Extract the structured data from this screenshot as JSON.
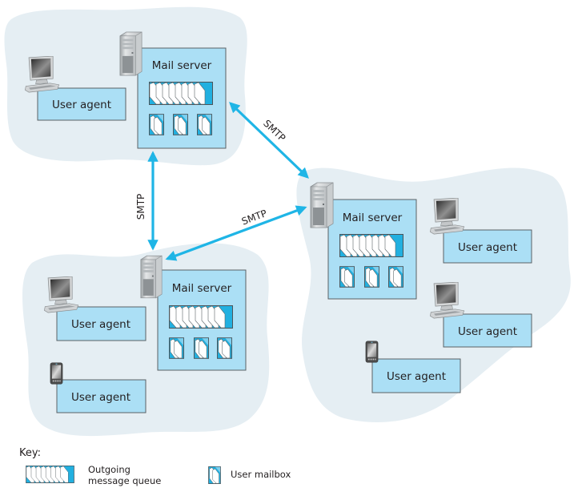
{
  "colors": {
    "cloud": "#e5eef3",
    "box_fill": "#abdff5",
    "box_stroke": "#5b6165",
    "arrow": "#1fb5e6",
    "queue_accent": "#22b0e0",
    "text": "#231f20"
  },
  "networks": [
    {
      "name": "top-left",
      "mail_server": {
        "label": "Mail server",
        "queue_messages": 8,
        "mailboxes": 3
      },
      "user_agents": [
        {
          "label": "User agent",
          "device": "desktop-computer"
        }
      ]
    },
    {
      "name": "right",
      "mail_server": {
        "label": "Mail server",
        "queue_messages": 8,
        "mailboxes": 3
      },
      "user_agents": [
        {
          "label": "User agent",
          "device": "desktop-computer"
        },
        {
          "label": "User agent",
          "device": "desktop-computer"
        },
        {
          "label": "User agent",
          "device": "smartphone"
        }
      ]
    },
    {
      "name": "bottom-left",
      "mail_server": {
        "label": "Mail server",
        "queue_messages": 8,
        "mailboxes": 3
      },
      "user_agents": [
        {
          "label": "User agent",
          "device": "desktop-computer"
        },
        {
          "label": "User agent",
          "device": "smartphone"
        }
      ]
    }
  ],
  "links": [
    {
      "from": "top-left",
      "to": "bottom-left",
      "label": "SMTP"
    },
    {
      "from": "top-left",
      "to": "right",
      "label": "SMTP"
    },
    {
      "from": "bottom-left",
      "to": "right",
      "label": "SMTP"
    }
  ],
  "key": {
    "title": "Key:",
    "queue_line1": "Outgoing",
    "queue_line2": "message queue",
    "mailbox_label": "User mailbox"
  }
}
